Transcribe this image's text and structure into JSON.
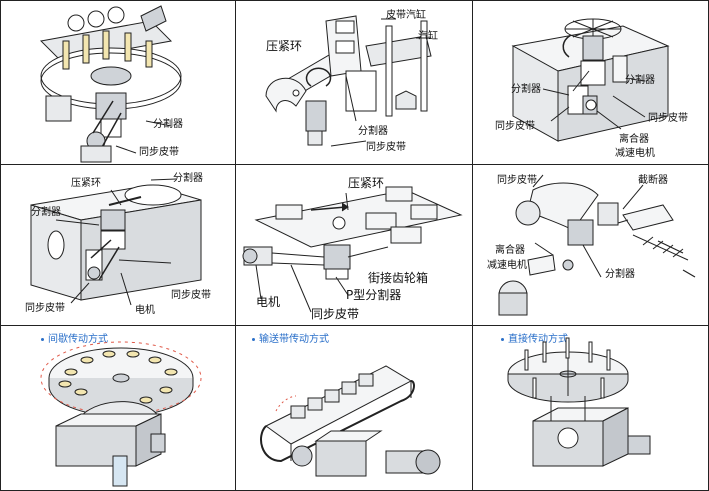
{
  "panels": [
    {
      "labels": {
        "divider": "分割器",
        "belt": "同步皮带"
      }
    },
    {
      "labels": {
        "belt_cylinder": "皮带汽缸",
        "clamp_ring": "压紧环",
        "cylinder": "汽缸",
        "divider": "分割器",
        "belt": "同步皮带"
      }
    },
    {
      "labels": {
        "divider_left": "分割器",
        "divider_right": "分割器",
        "belt": "同步皮带",
        "clutch": "离合器",
        "reducer": "减速电机"
      }
    },
    {
      "labels": {
        "clamp_ring": "压紧环",
        "divider_top": "分割器",
        "divider_left": "分割器",
        "belt_right": "同步皮带",
        "belt_bottom": "同步皮带",
        "motor": "电机"
      }
    },
    {
      "labels": {
        "clamp_ring": "压紧环",
        "gearbox": "街接齿轮箱",
        "p_divider": "P型分割器",
        "motor": "电机",
        "belt": "同步皮带"
      }
    },
    {
      "labels": {
        "belt": "同步皮带",
        "cutter": "截断器",
        "clutch": "离合器",
        "reducer": "减速电机",
        "divider": "分割器"
      }
    },
    {
      "caption": "间歇传动方式"
    },
    {
      "caption": "输送带传动方式"
    },
    {
      "caption": "直接传动方式"
    }
  ],
  "colors": {
    "line": "#222222",
    "shade": "#cfd3d8",
    "caption": "#2a6fc9",
    "arrow": "#e05a4a",
    "tan": "#f3e6b0"
  }
}
